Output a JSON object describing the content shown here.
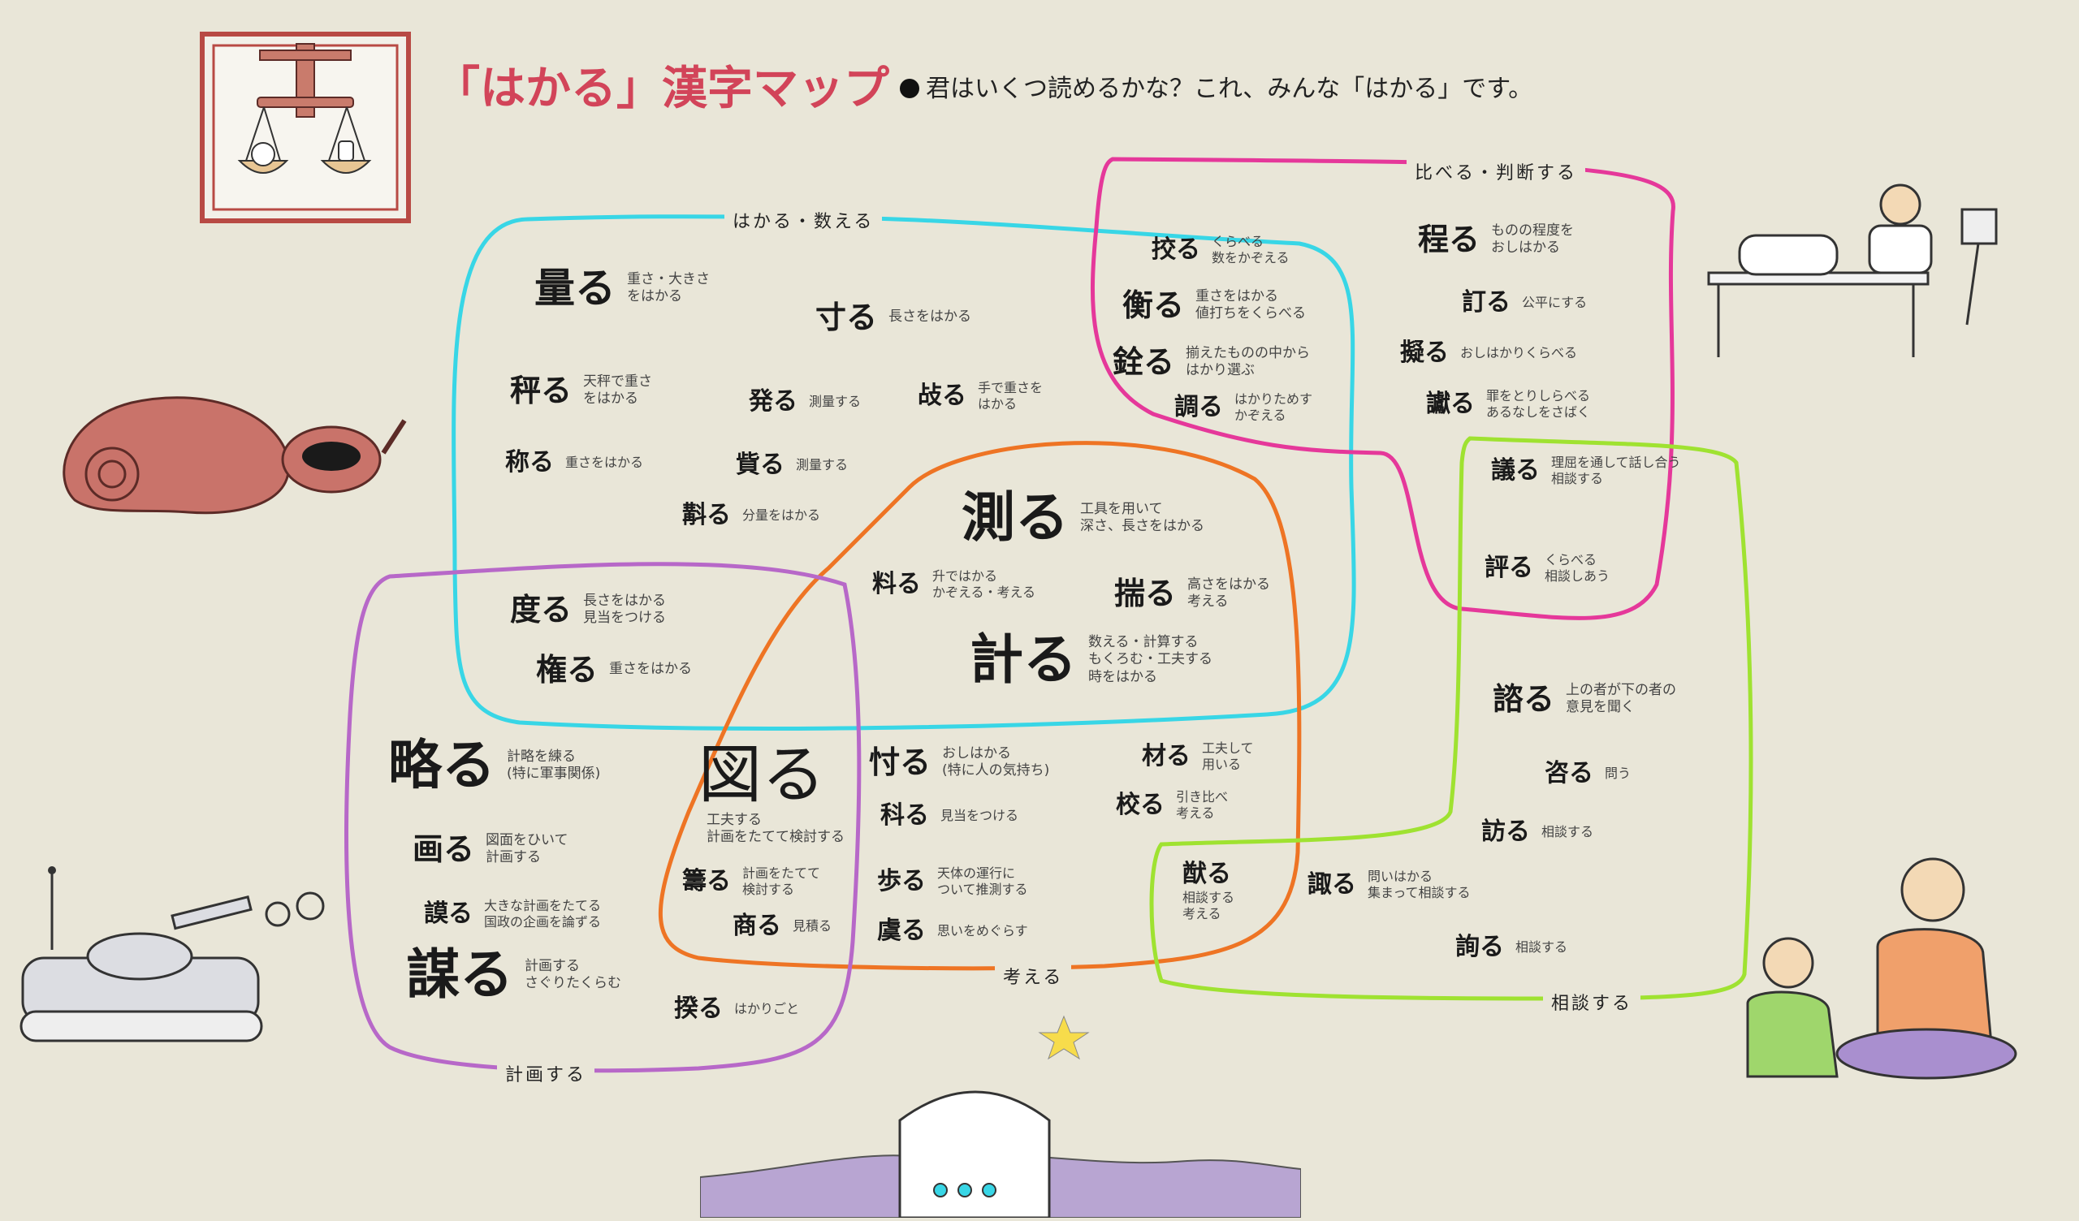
{
  "title": "「はかる」漢字マップ",
  "subtitle": "君はいくつ読めるかな？これ、みんな「はかる」です。",
  "groups": {
    "measure_count": "はかる・数える",
    "compare_judge": "比べる・判断する",
    "think": "考える",
    "plan": "計画する",
    "consult": "相談する"
  },
  "entries": [
    {
      "kanji": "量る",
      "gloss": "重さ・大きさ\nをはかる"
    },
    {
      "kanji": "寸る",
      "gloss": "長さをはかる"
    },
    {
      "kanji": "秤る",
      "gloss": "天秤で重さ\nをはかる"
    },
    {
      "kanji": "発る",
      "gloss": "測量する"
    },
    {
      "kanji": "敁る",
      "gloss": "手で重さを\nはかる"
    },
    {
      "kanji": "称る",
      "gloss": "重さをはかる"
    },
    {
      "kanji": "貲る",
      "gloss": "測量する"
    },
    {
      "kanji": "斠る",
      "gloss": "分量をはかる"
    },
    {
      "kanji": "度る",
      "gloss": "長さをはかる\n見当をつける"
    },
    {
      "kanji": "権る",
      "gloss": "重さをはかる"
    },
    {
      "kanji": "測る",
      "gloss": "工具を用いて\n深さ、長さをはかる"
    },
    {
      "kanji": "料る",
      "gloss": "升ではかる\nかぞえる・考える"
    },
    {
      "kanji": "揣る",
      "gloss": "高さをはかる\n考える"
    },
    {
      "kanji": "計る",
      "gloss": "数える・計算する\nもくろむ・工夫する\n時をはかる"
    },
    {
      "kanji": "挍る",
      "gloss": "くらべる\n数をかぞえる"
    },
    {
      "kanji": "衡る",
      "gloss": "重さをはかる\n値打ちをくらべる"
    },
    {
      "kanji": "銓る",
      "gloss": "揃えたものの中から\nはかり選ぶ"
    },
    {
      "kanji": "調る",
      "gloss": "はかりためす\nかぞえる"
    },
    {
      "kanji": "程る",
      "gloss": "ものの程度を\nおしはかる"
    },
    {
      "kanji": "訂る",
      "gloss": "公平にする"
    },
    {
      "kanji": "擬る",
      "gloss": "おしはかりくらべる"
    },
    {
      "kanji": "讞る",
      "gloss": "罪をとりしらべる\nあるなしをさばく"
    },
    {
      "kanji": "議る",
      "gloss": "理屈を通して話し合う\n相談する"
    },
    {
      "kanji": "評る",
      "gloss": "くらべる\n相談しあう"
    },
    {
      "kanji": "諮る",
      "gloss": "上の者が下の者の\n意見を聞く"
    },
    {
      "kanji": "咨る",
      "gloss": "問う"
    },
    {
      "kanji": "訪る",
      "gloss": "相談する"
    },
    {
      "kanji": "諏る",
      "gloss": "問いはかる\n集まって相談する"
    },
    {
      "kanji": "詢る",
      "gloss": "相談する"
    },
    {
      "kanji": "略る",
      "gloss": "計略を練る\n(特に軍事関係)"
    },
    {
      "kanji": "画る",
      "gloss": "図面をひいて\n計画する"
    },
    {
      "kanji": "謨る",
      "gloss": "大きな計画をたてる\n国政の企画を論ずる"
    },
    {
      "kanji": "謀る",
      "gloss": "計画する\nさぐりたくらむ"
    },
    {
      "kanji": "揆る",
      "gloss": "はかりごと"
    },
    {
      "kanji": "図る",
      "gloss": "工夫する\n計画をたてて検討する"
    },
    {
      "kanji": "籌る",
      "gloss": "計画をたてて\n検討する"
    },
    {
      "kanji": "商る",
      "gloss": "見積る"
    },
    {
      "kanji": "忖る",
      "gloss": "おしはかる\n(特に人の気持ち)"
    },
    {
      "kanji": "科る",
      "gloss": "見当をつける"
    },
    {
      "kanji": "歩る",
      "gloss": "天体の運行に\nついて推測する"
    },
    {
      "kanji": "虞る",
      "gloss": "思いをめぐらす"
    },
    {
      "kanji": "材る",
      "gloss": "工夫して\n用いる"
    },
    {
      "kanji": "校る",
      "gloss": "引き比べ\n考える"
    },
    {
      "kanji": "猷る",
      "gloss": "相談する\n考える"
    }
  ],
  "illustrations": {
    "balance": "balance-scale",
    "scientist": "scientist-with-equipment",
    "snail_shell": "ornate-shell-object",
    "tank": "tank",
    "samurai": "samurai-consulting",
    "observatory": "observatory"
  },
  "colors": {
    "title": "#d24459",
    "cyan": "#38d6e6",
    "magenta": "#e5389a",
    "orange": "#ee7424",
    "purple": "#b768c8",
    "green": "#9fe231"
  }
}
